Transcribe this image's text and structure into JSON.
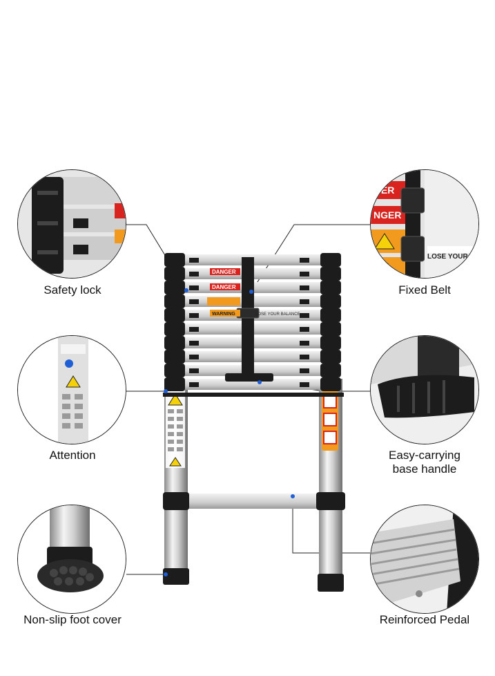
{
  "features": {
    "safety_lock": {
      "label": "Safety lock",
      "icon": "lock-detail-icon"
    },
    "fixed_belt": {
      "label": "Fixed Belt",
      "icon": "belt-detail-icon"
    },
    "attention": {
      "label": "Attention",
      "icon": "warning-label-icon"
    },
    "easy_carrying_handle": {
      "line1": "Easy-carrying",
      "line2": "base handle",
      "icon": "handle-detail-icon"
    },
    "non_slip_foot": {
      "label": "Non-slip foot cover",
      "icon": "foot-cover-icon"
    },
    "reinforced_pedal": {
      "label": "Reinforced Pedal",
      "icon": "pedal-detail-icon"
    }
  },
  "ladder_labels": {
    "danger": "DANGER",
    "warning": "WARNING",
    "balance_text": "LOSE YOUR BALANCE",
    "warning_symbol": "⚠"
  },
  "colors": {
    "outline": "#1a1a1a",
    "aluminum": "#d9d9d9",
    "black_plastic": "#1c1c1c",
    "danger_red": "#d8231f",
    "warning_orange": "#f29a1e",
    "dot_blue": "#1e5fd6"
  }
}
